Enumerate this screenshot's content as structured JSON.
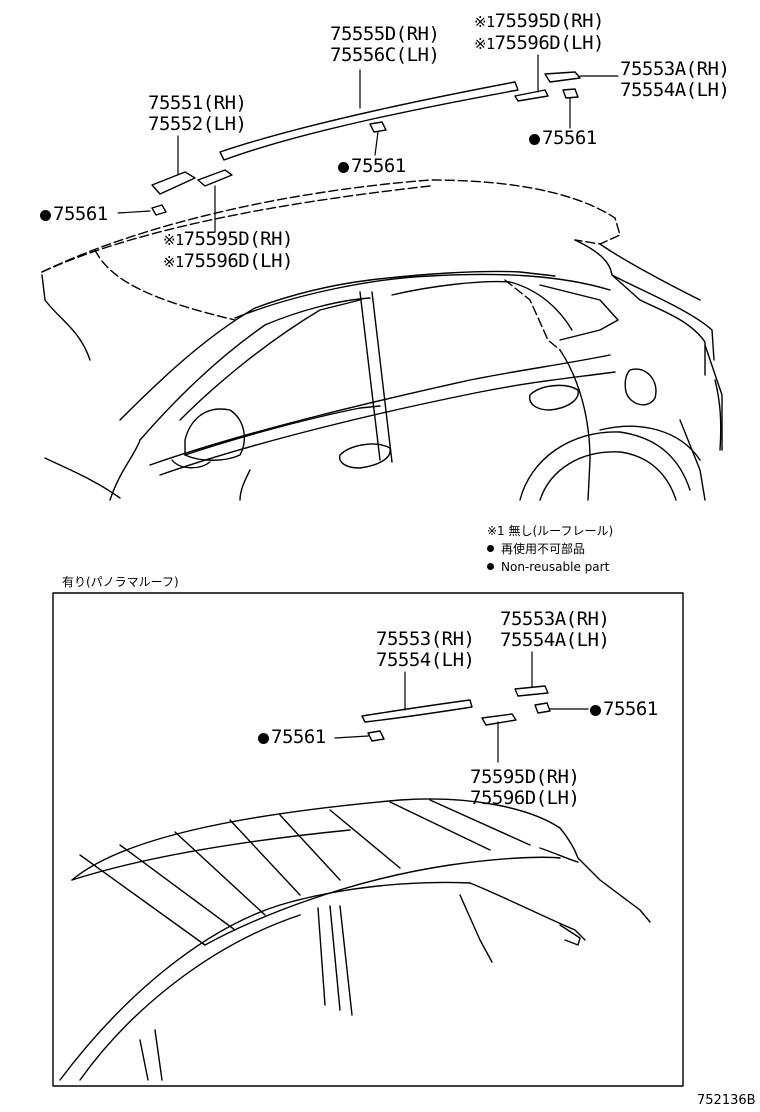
{
  "top": {
    "roof_moulding": {
      "rh": "75555D(RH)",
      "lh": "75556C(LH)"
    },
    "front_piece": {
      "rh": "75551(RH)",
      "lh": "75552(LH)"
    },
    "rear_piece": {
      "rh": "75553A(RH)",
      "lh": "75554A(LH)"
    },
    "cover_top": {
      "mark": "※1",
      "rh": "75595D(RH)",
      "lh": "75596D(LH)"
    },
    "cover_left": {
      "mark": "※1",
      "rh": "75595D(RH)",
      "lh": "75596D(LH)"
    },
    "clip": "75561"
  },
  "legend": {
    "note1": "※1 無し(ルーフレール)",
    "non_reusable_jp": "再使用不可部品",
    "non_reusable_en": "Non-reusable part"
  },
  "inset": {
    "title": "有り(パノラマルーフ)",
    "moulding": {
      "rh": "75553(RH)",
      "lh": "75554(LH)"
    },
    "rear_piece": {
      "rh": "75553A(RH)",
      "lh": "75554A(LH)"
    },
    "cover": {
      "rh": "75595D(RH)",
      "lh": "75596D(LH)"
    },
    "clip": "75561"
  },
  "figure_id": "752136B"
}
